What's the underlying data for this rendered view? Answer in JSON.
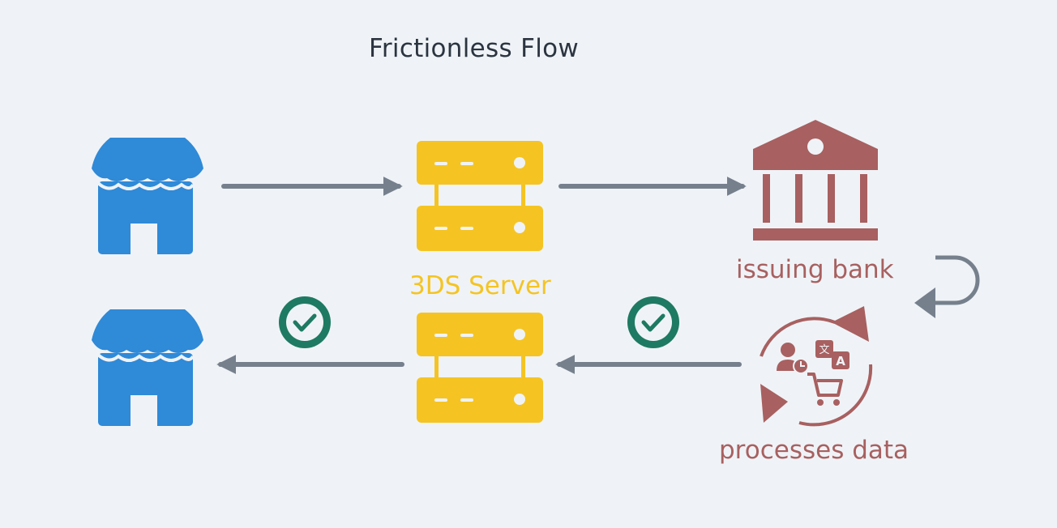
{
  "title": "Frictionless Flow",
  "server_label": "3DS Server",
  "bank_label": "issuing bank",
  "process_label": "processes data",
  "colors": {
    "background": "#eff3f7",
    "store": "#2f8ad8",
    "server": "#f5c423",
    "bank": "#a86060",
    "arrow": "#76808d",
    "check": "#1e7a62"
  },
  "icons": [
    "store-icon",
    "server-icon",
    "bank-icon",
    "check-circle-icon",
    "data-processing-icon",
    "return-arrow-icon"
  ]
}
